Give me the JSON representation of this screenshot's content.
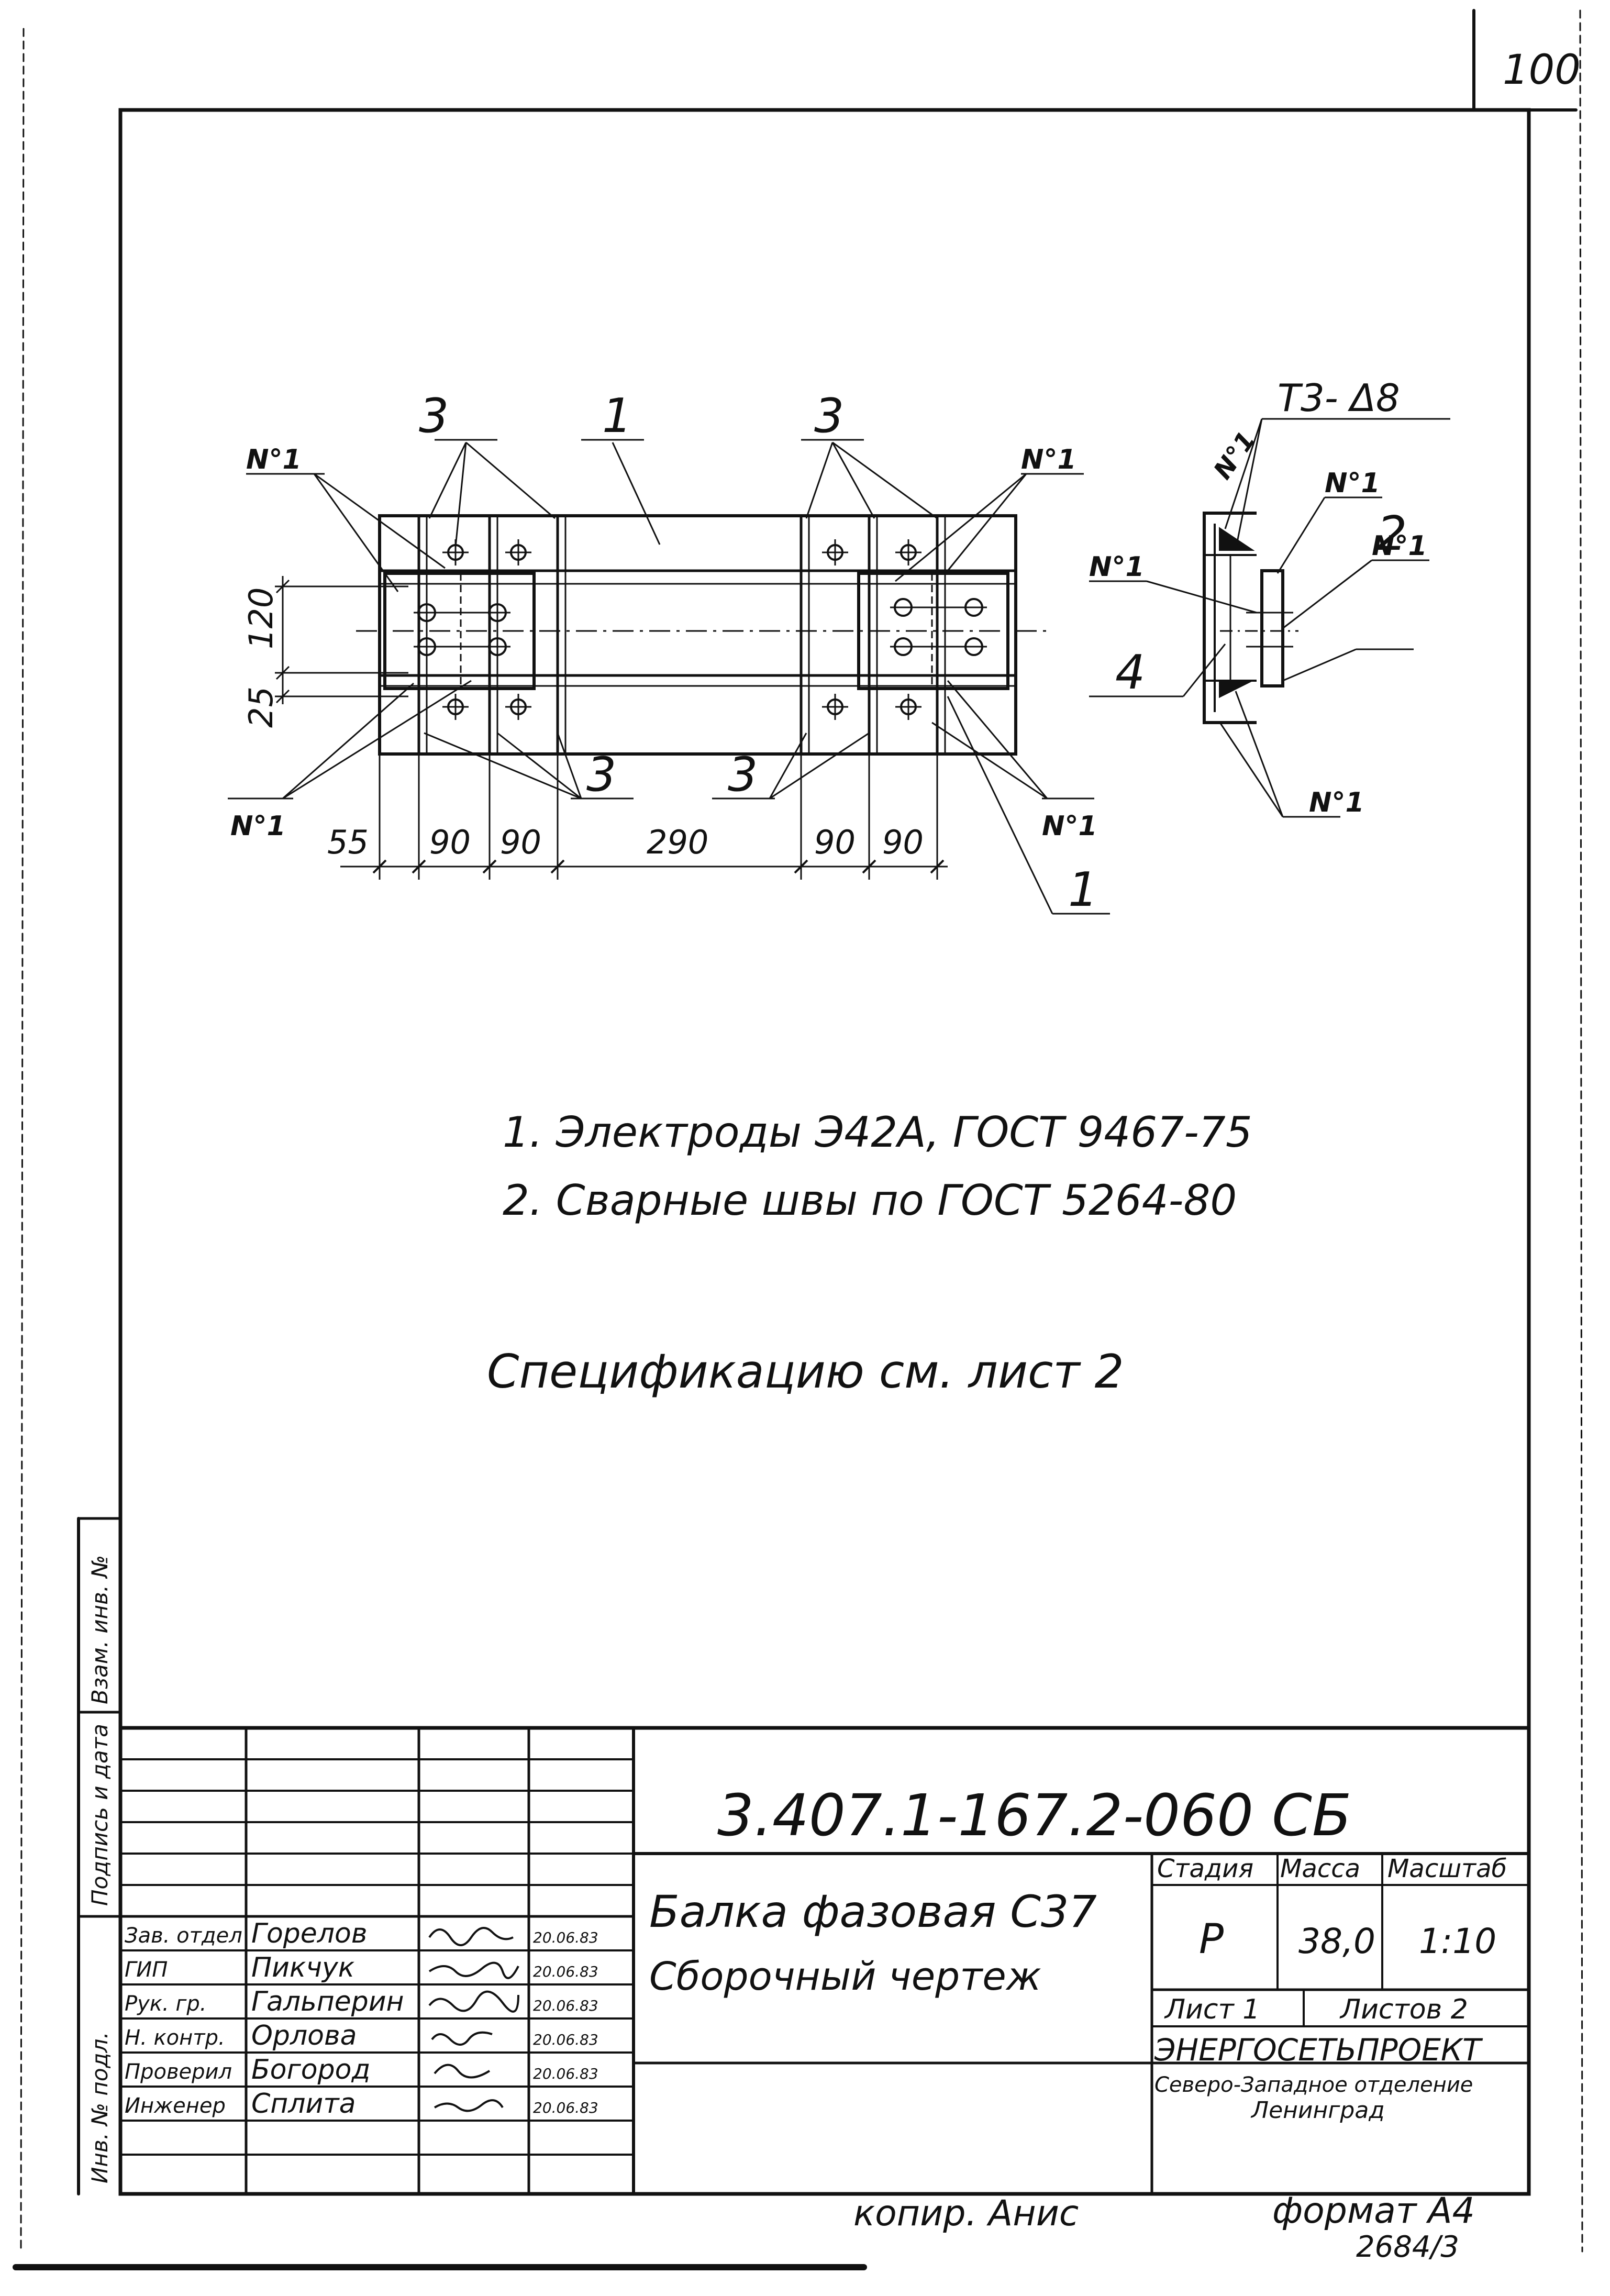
{
  "sheet_number": "100",
  "drawing": {
    "position_labels": {
      "p1_top": "1",
      "p1_bottom": "1",
      "p2": "2",
      "p3_top_left": "3",
      "p3_top_right": "3",
      "p3_bottom_left": "3",
      "p3_bottom_right": "3",
      "p4": "4"
    },
    "weld_mark": "N°1",
    "weld_symbol": "Т3- Δ8",
    "dimensions": {
      "d120": "120",
      "d25": "25",
      "d55": "55",
      "d90a": "90",
      "d90b": "90",
      "d290": "290",
      "d90c": "90",
      "d90d": "90"
    }
  },
  "notes": [
    "1. Электроды Э42А, ГОСТ 9467-75",
    "2. Сварные швы по ГОСТ 5264-80"
  ],
  "spec_reference": "Спецификацию см. лист 2",
  "side_stamp": {
    "inv_no": "Инв. № подл.",
    "sign_date": "Подпись и дата",
    "replace_inv": "Взам. инв. №"
  },
  "title_block": {
    "designation": "3.407.1-167.2-060 СБ",
    "title_line1": "Балка фазовая С37",
    "title_line2": "Сборочный чертеж",
    "headers": {
      "stage": "Стадия",
      "mass": "Масса",
      "scale": "Масштаб"
    },
    "stage": "Р",
    "mass": "38,0",
    "scale": "1:10",
    "sheet": "Лист 1",
    "sheets": "Листов 2",
    "org_line1": "ЭНЕРГОСЕТЬПРОЕКТ",
    "org_line2": "Северо-Западное отделение",
    "org_line3": "Ленинград",
    "signatures": [
      {
        "role": "Зав. отдел",
        "name": "Горелов",
        "date": "20.06.83"
      },
      {
        "role": "ГИП",
        "name": "Пикчук",
        "date": "20.06.83"
      },
      {
        "role": "Рук. гр.",
        "name": "Гальперин",
        "date": "20.06.83"
      },
      {
        "role": "Н. контр.",
        "name": "Орлова",
        "date": "20.06.83"
      },
      {
        "role": "Проверил",
        "name": "Богород",
        "date": "20.06.83"
      },
      {
        "role": "Инженер",
        "name": "Сплита",
        "date": "20.06.83"
      }
    ]
  },
  "footer": {
    "copied": "копир. Анис",
    "format": "формат А4",
    "archive_no": "2684/3"
  }
}
